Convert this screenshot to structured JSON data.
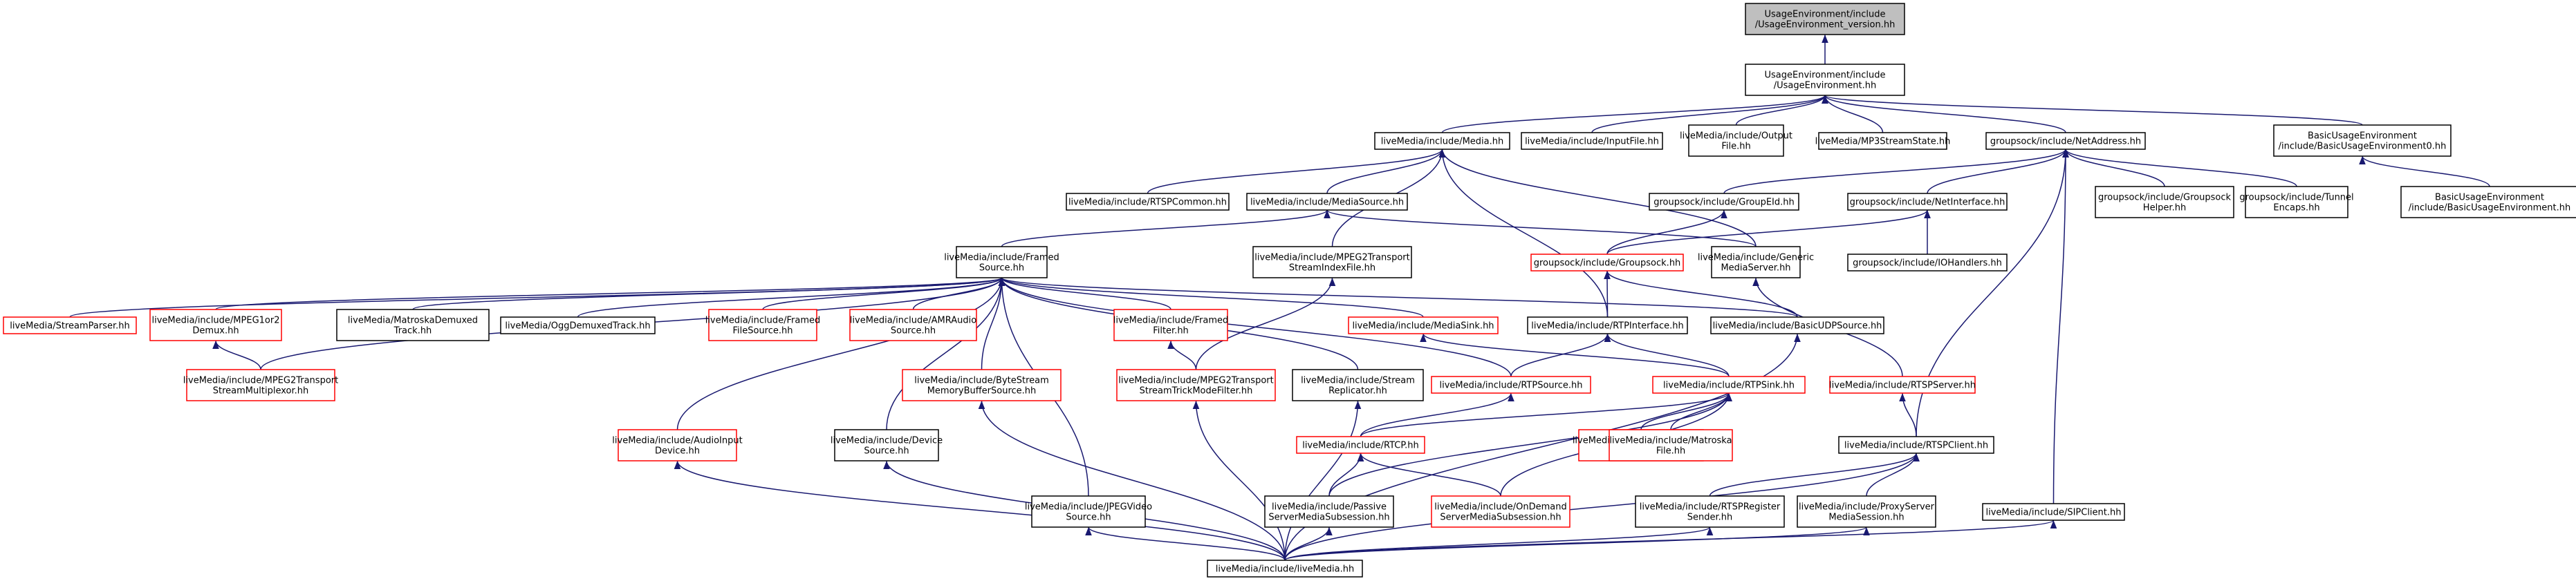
{
  "colors": {
    "edge": "#191970",
    "border": "#000000",
    "missing_border": "#ff0000",
    "root_fill": "#bfbfbf"
  },
  "nodes": [
    {
      "id": "n0",
      "lines": [
        "UsageEnvironment/include",
        "/UsageEnvironment_version.hh"
      ],
      "style": "root"
    },
    {
      "id": "n1",
      "lines": [
        "UsageEnvironment/include",
        "/UsageEnvironment.hh"
      ],
      "style": "normal"
    },
    {
      "id": "n2",
      "lines": [
        "liveMedia/include/Media.hh"
      ],
      "style": "normal"
    },
    {
      "id": "n3",
      "lines": [
        "liveMedia/include/InputFile.hh"
      ],
      "style": "normal"
    },
    {
      "id": "n4",
      "lines": [
        "liveMedia/include/Output",
        "File.hh"
      ],
      "style": "normal"
    },
    {
      "id": "n5",
      "lines": [
        "liveMedia/MP3StreamState.hh"
      ],
      "style": "normal"
    },
    {
      "id": "n6",
      "lines": [
        "groupsock/include/NetAddress.hh"
      ],
      "style": "normal"
    },
    {
      "id": "n7",
      "lines": [
        "BasicUsageEnvironment",
        "/include/BasicUsageEnvironment0.hh"
      ],
      "style": "normal"
    },
    {
      "id": "n8",
      "lines": [
        "BasicUsageEnvironment",
        "/include/BasicUsageEnvironment.hh"
      ],
      "style": "normal"
    },
    {
      "id": "n9",
      "lines": [
        "liveMedia/include/RTSPCommon.hh"
      ],
      "style": "normal"
    },
    {
      "id": "n10",
      "lines": [
        "liveMedia/include/MediaSource.hh"
      ],
      "style": "normal"
    },
    {
      "id": "n11",
      "lines": [
        "liveMedia/include/MPEG2Transport",
        "StreamIndexFile.hh"
      ],
      "style": "normal"
    },
    {
      "id": "n12",
      "lines": [
        "groupsock/include/GroupEId.hh"
      ],
      "style": "normal"
    },
    {
      "id": "n13",
      "lines": [
        "groupsock/include/NetInterface.hh"
      ],
      "style": "normal"
    },
    {
      "id": "n14",
      "lines": [
        "groupsock/include/Groupsock",
        "Helper.hh"
      ],
      "style": "normal"
    },
    {
      "id": "n15",
      "lines": [
        "groupsock/include/Tunnel",
        "Encaps.hh"
      ],
      "style": "normal"
    },
    {
      "id": "n16",
      "lines": [
        "liveMedia/include/Framed",
        "Source.hh"
      ],
      "style": "normal"
    },
    {
      "id": "n17",
      "lines": [
        "groupsock/include/Groupsock.hh"
      ],
      "style": "missing"
    },
    {
      "id": "n18",
      "lines": [
        "liveMedia/include/Generic",
        "MediaServer.hh"
      ],
      "style": "normal"
    },
    {
      "id": "n19",
      "lines": [
        "groupsock/include/IOHandlers.hh"
      ],
      "style": "normal"
    },
    {
      "id": "n20",
      "lines": [
        "liveMedia/StreamParser.hh"
      ],
      "style": "missing"
    },
    {
      "id": "n21",
      "lines": [
        "liveMedia/include/MPEG1or2",
        "Demux.hh"
      ],
      "style": "missing"
    },
    {
      "id": "n22",
      "lines": [
        "liveMedia/MatroskaDemuxed",
        "Track.hh"
      ],
      "style": "normal"
    },
    {
      "id": "n23",
      "lines": [
        "liveMedia/OggDemuxedTrack.hh"
      ],
      "style": "normal"
    },
    {
      "id": "n24",
      "lines": [
        "liveMedia/include/Framed",
        "FileSource.hh"
      ],
      "style": "missing"
    },
    {
      "id": "n25",
      "lines": [
        "liveMedia/include/AMRAudio",
        "Source.hh"
      ],
      "style": "missing"
    },
    {
      "id": "n26",
      "lines": [
        "liveMedia/include/Framed",
        "Filter.hh"
      ],
      "style": "missing"
    },
    {
      "id": "n27",
      "lines": [
        "liveMedia/include/MediaSink.hh"
      ],
      "style": "missing"
    },
    {
      "id": "n28",
      "lines": [
        "liveMedia/include/RTPInterface.hh"
      ],
      "style": "normal"
    },
    {
      "id": "n29",
      "lines": [
        "liveMedia/include/BasicUDPSource.hh"
      ],
      "style": "normal"
    },
    {
      "id": "n30",
      "lines": [
        "liveMedia/include/MPEG2Transport",
        "StreamMultiplexor.hh"
      ],
      "style": "missing"
    },
    {
      "id": "n31",
      "lines": [
        "liveMedia/include/ByteStream",
        "MemoryBufferSource.hh"
      ],
      "style": "missing"
    },
    {
      "id": "n32",
      "lines": [
        "liveMedia/include/MPEG2Transport",
        "StreamTrickModeFilter.hh"
      ],
      "style": "missing"
    },
    {
      "id": "n33",
      "lines": [
        "liveMedia/include/Stream",
        "Replicator.hh"
      ],
      "style": "normal"
    },
    {
      "id": "n34",
      "lines": [
        "liveMedia/include/RTPSource.hh"
      ],
      "style": "missing"
    },
    {
      "id": "n35",
      "lines": [
        "liveMedia/include/RTPSink.hh"
      ],
      "style": "missing"
    },
    {
      "id": "n36",
      "lines": [
        "liveMedia/include/RTSPServer.hh"
      ],
      "style": "missing"
    },
    {
      "id": "n37",
      "lines": [
        "liveMedia/include/AudioInput",
        "Device.hh"
      ],
      "style": "missing"
    },
    {
      "id": "n38",
      "lines": [
        "liveMedia/include/Device",
        "Source.hh"
      ],
      "style": "normal"
    },
    {
      "id": "n39",
      "lines": [
        "liveMedia/include/RTCP.hh"
      ],
      "style": "missing"
    },
    {
      "id": "n40",
      "lines": [
        "liveMedia/include/MultiFramed",
        "RTPSink.hh"
      ],
      "style": "missing"
    },
    {
      "id": "n41",
      "lines": [
        "liveMedia/include/Matroska",
        "File.hh"
      ],
      "style": "missing"
    },
    {
      "id": "n42",
      "lines": [
        "liveMedia/include/RTSPClient.hh"
      ],
      "style": "normal"
    },
    {
      "id": "n43",
      "lines": [
        "liveMedia/include/JPEGVideo",
        "Source.hh"
      ],
      "style": "normal"
    },
    {
      "id": "n44",
      "lines": [
        "liveMedia/include/Passive",
        "ServerMediaSubsession.hh"
      ],
      "style": "normal"
    },
    {
      "id": "n45",
      "lines": [
        "liveMedia/include/OnDemand",
        "ServerMediaSubsession.hh"
      ],
      "style": "missing"
    },
    {
      "id": "n46",
      "lines": [
        "liveMedia/include/RTSPRegister",
        "Sender.hh"
      ],
      "style": "normal"
    },
    {
      "id": "n47",
      "lines": [
        "liveMedia/include/ProxyServer",
        "MediaSession.hh"
      ],
      "style": "normal"
    },
    {
      "id": "n48",
      "lines": [
        "liveMedia/include/SIPClient.hh"
      ],
      "style": "normal"
    },
    {
      "id": "n49",
      "lines": [
        "liveMedia/include/liveMedia.hh"
      ],
      "style": "normal"
    }
  ],
  "edges": [
    [
      "n1",
      "n0"
    ],
    [
      "n2",
      "n1"
    ],
    [
      "n3",
      "n1"
    ],
    [
      "n4",
      "n1"
    ],
    [
      "n5",
      "n1"
    ],
    [
      "n6",
      "n1"
    ],
    [
      "n7",
      "n1"
    ],
    [
      "n8",
      "n7"
    ],
    [
      "n9",
      "n2"
    ],
    [
      "n10",
      "n2"
    ],
    [
      "n11",
      "n2"
    ],
    [
      "n18",
      "n2"
    ],
    [
      "n28",
      "n2"
    ],
    [
      "n12",
      "n6"
    ],
    [
      "n13",
      "n6"
    ],
    [
      "n14",
      "n6"
    ],
    [
      "n15",
      "n6"
    ],
    [
      "n42",
      "n6"
    ],
    [
      "n48",
      "n6"
    ],
    [
      "n16",
      "n10"
    ],
    [
      "n18",
      "n10"
    ],
    [
      "n17",
      "n12"
    ],
    [
      "n17",
      "n13"
    ],
    [
      "n19",
      "n13"
    ],
    [
      "n28",
      "n17"
    ],
    [
      "n29",
      "n17"
    ],
    [
      "n20",
      "n16"
    ],
    [
      "n21",
      "n16"
    ],
    [
      "n22",
      "n16"
    ],
    [
      "n23",
      "n16"
    ],
    [
      "n24",
      "n16"
    ],
    [
      "n25",
      "n16"
    ],
    [
      "n26",
      "n16"
    ],
    [
      "n27",
      "n16"
    ],
    [
      "n29",
      "n16"
    ],
    [
      "n30",
      "n16"
    ],
    [
      "n31",
      "n16"
    ],
    [
      "n33",
      "n16"
    ],
    [
      "n34",
      "n16"
    ],
    [
      "n37",
      "n16"
    ],
    [
      "n38",
      "n16"
    ],
    [
      "n43",
      "n16"
    ],
    [
      "n30",
      "n21"
    ],
    [
      "n32",
      "n26"
    ],
    [
      "n32",
      "n11"
    ],
    [
      "n35",
      "n27"
    ],
    [
      "n34",
      "n28"
    ],
    [
      "n35",
      "n28"
    ],
    [
      "n36",
      "n18"
    ],
    [
      "n42",
      "n36"
    ],
    [
      "n39",
      "n34"
    ],
    [
      "n39",
      "n35"
    ],
    [
      "n40",
      "n35"
    ],
    [
      "n41",
      "n35"
    ],
    [
      "n44",
      "n35"
    ],
    [
      "n45",
      "n35"
    ],
    [
      "n44",
      "n39"
    ],
    [
      "n45",
      "n39"
    ],
    [
      "n46",
      "n42"
    ],
    [
      "n47",
      "n42"
    ],
    [
      "n49",
      "n31"
    ],
    [
      "n49",
      "n32"
    ],
    [
      "n49",
      "n33"
    ],
    [
      "n49",
      "n37"
    ],
    [
      "n49",
      "n38"
    ],
    [
      "n49",
      "n43"
    ],
    [
      "n49",
      "n44"
    ],
    [
      "n49",
      "n46"
    ],
    [
      "n49",
      "n47"
    ],
    [
      "n49",
      "n48"
    ],
    [
      "n49",
      "n29"
    ],
    [
      "n49",
      "n42"
    ]
  ]
}
